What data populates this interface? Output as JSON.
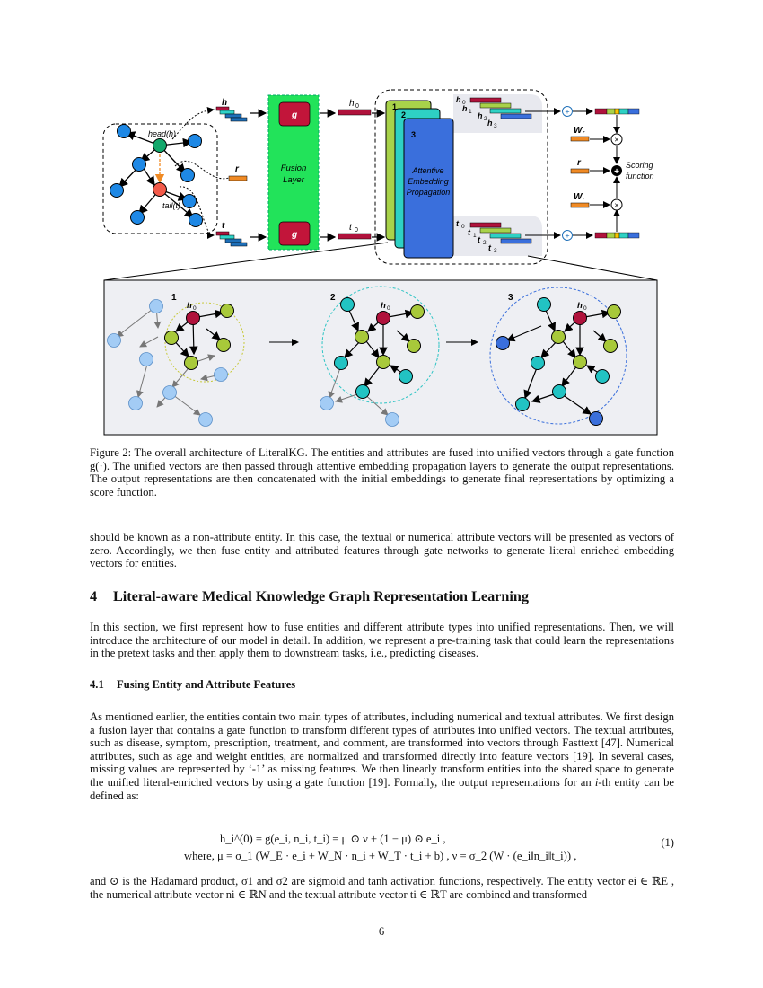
{
  "figure": {
    "labels": {
      "h": "h",
      "r": "r",
      "t": "t",
      "h0": "h",
      "t0": "t",
      "head": "head(h)",
      "tail": "tail(t)",
      "g1": "g",
      "g2": "g",
      "fusion": "Fusion",
      "layer": "Layer",
      "stack1": "1",
      "stack2": "2",
      "stack3": "3",
      "attentive1": "Attentive",
      "attentive2": "Embedding",
      "attentive3": "Propagation",
      "h_0": "h",
      "h_1": "h",
      "h_2": "h",
      "h_3": "h",
      "t_0": "t",
      "t_1": "t",
      "t_2": "t",
      "t_3": "t",
      "wr1": "W",
      "wr2": "W",
      "r_mid": "r",
      "scoring1": "Scoring",
      "scoring2": "function",
      "panel1": "1",
      "panel2": "2",
      "panel3": "3",
      "ph1": "h",
      "ph2": "h",
      "ph3": "h"
    },
    "caption": "Figure 2: The overall architecture of LiteralKG. The entities and attributes are fused into unified vectors through a gate function g(·). The unified vectors are then passed through attentive embedding propagation layers to generate the output representations. The output representations are then concatenated with the initial embeddings to generate final representations by optimizing a score function."
  },
  "body": {
    "para1": "should be known as a non-attribute entity. In this case, the textual or numerical attribute vectors will be presented as vectors of zero. Accordingly, we then fuse entity and attributed features through gate networks to generate literal enriched embedding vectors for entities.",
    "section_num": "4",
    "section_title": "Literal-aware Medical Knowledge Graph Representation Learning",
    "para2": "In this section, we first represent how to fuse entities and different attribute types into unified representations. Then, we will introduce the architecture of our model in detail. In addition, we represent a pre-training task that could learn the representations in the pretext tasks and then apply them to downstream tasks, i.e., predicting diseases.",
    "subsection_num": "4.1",
    "subsection_title": "Fusing Entity and Attribute Features",
    "para3": "As mentioned earlier, the entities contain two main types of attributes, including numerical and textual attributes. We first design a fusion layer that contains a gate function to transform different types of attributes into unified vectors. The textual attributes, such as disease, symptom, prescription, treatment, and comment, are transformed into vectors through Fasttext [47]. Numerical attributes, such as age and weight entities, are normalized and transformed directly into feature vectors [19]. In several cases, missing values are represented by ‘-1’ as missing features. We then linearly transform entities into the shared space to generate the unified literal-enriched vectors by using a gate function [19].",
    "para3_tail_a": "Formally, the output representations for an ",
    "para3_tail_i": "i",
    "para3_tail_b": "-th entity can be defined as:",
    "eq_line1": "h_i^(0) = g(e_i, n_i, t_i) = μ ⊙ ν + (1 − μ) ⊙ e_i ,",
    "eq_line2": "where, μ = σ_1 (W_E · e_i + W_N · n_i + W_T · t_i + b) , ν = σ_2 (W · (e_i‖n_i‖t_i)) ,",
    "eq_number": "(1)",
    "para4": "and ⊙ is the Hadamard product, σ1 and σ2 are sigmoid and tanh activation functions, respectively. The entity vector ei ∈ ℝE , the numerical attribute vector ni ∈ ℝN and the textual attribute vector ti ∈ ℝT are combined and transformed",
    "page_number": "6"
  }
}
